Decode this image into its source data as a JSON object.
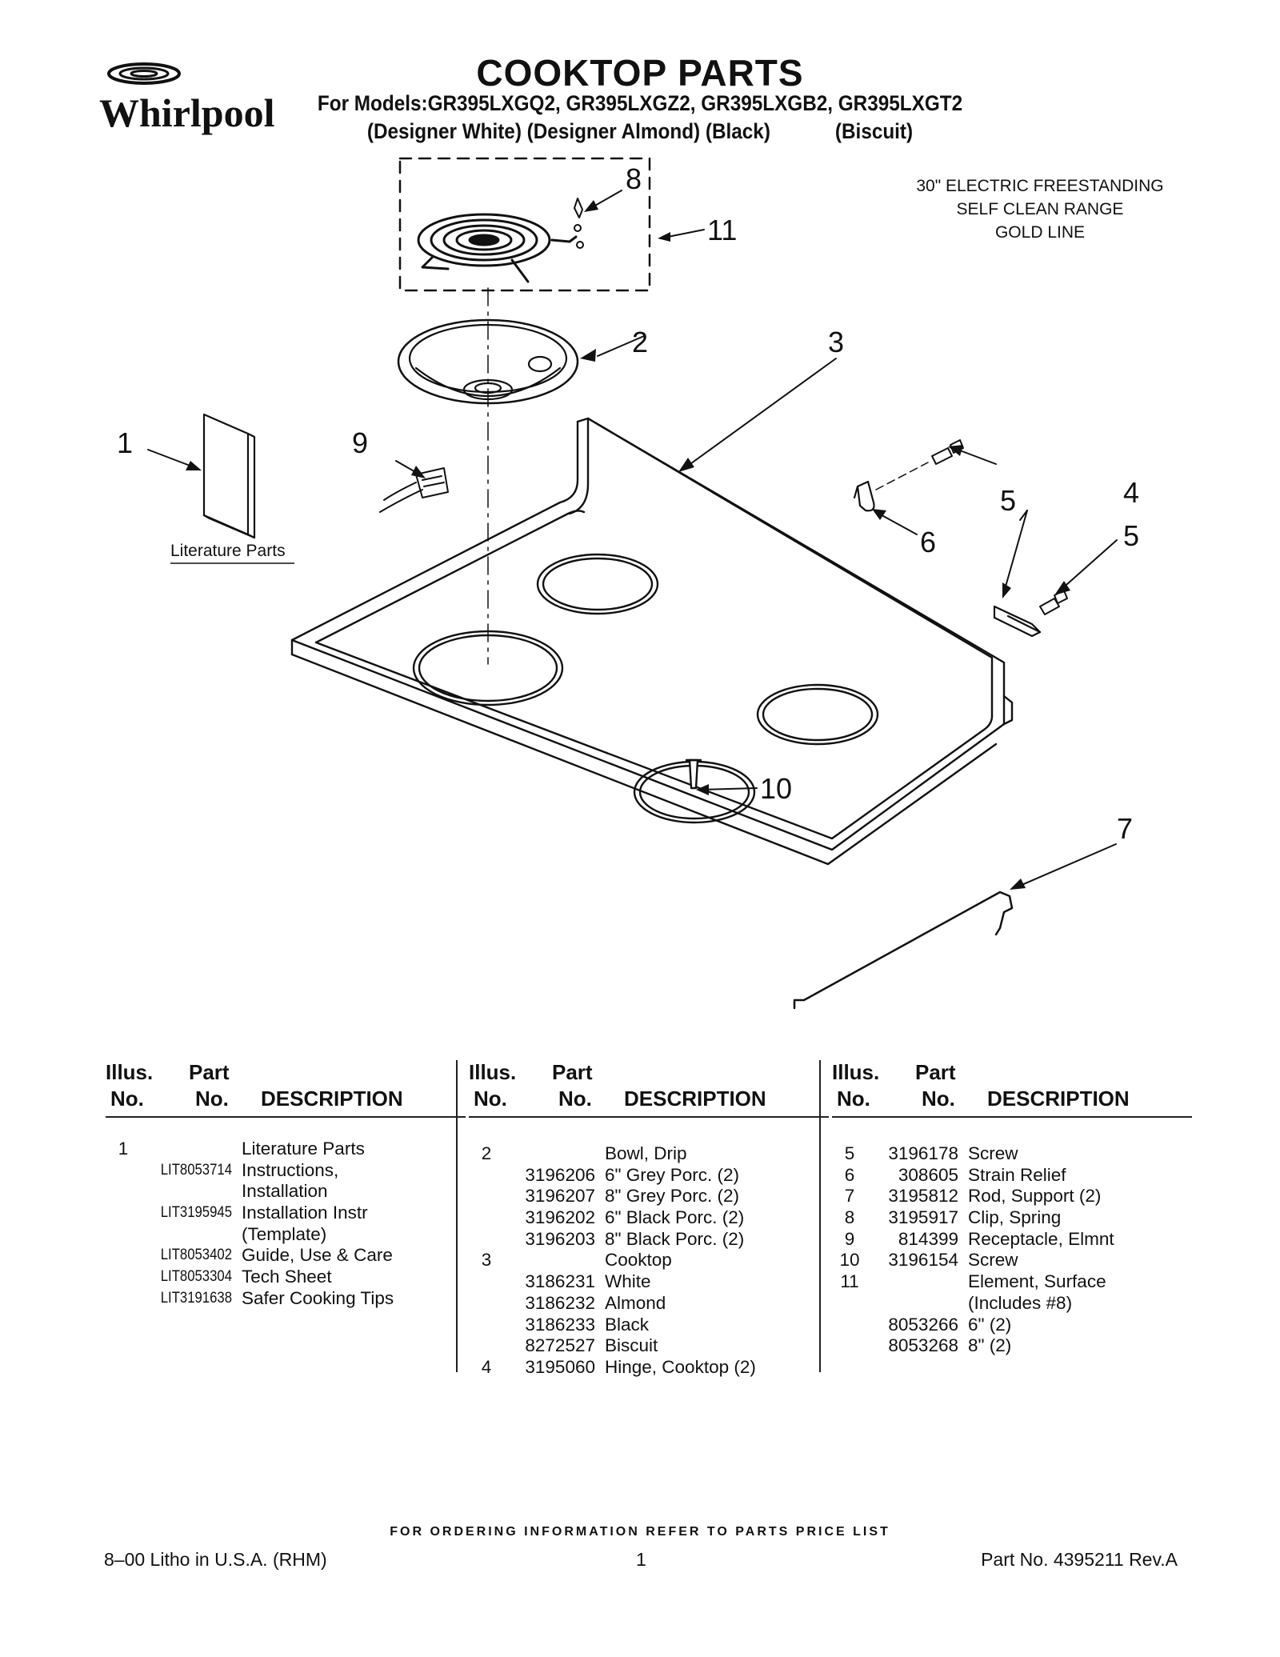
{
  "brand": "Whirlpool",
  "header": {
    "title": "COOKTOP PARTS",
    "models_line": "For Models:GR395LXGQ2, GR395LXGZ2, GR395LXGB2, GR395LXGT2",
    "colors_line": "(Designer White) (Designer Almond) (Black)            (Biscuit)"
  },
  "range_info": {
    "line1": "30\" ELECTRIC FREESTANDING",
    "line2": "SELF CLEAN RANGE",
    "line3": "GOLD LINE"
  },
  "diagram": {
    "literature_label": "Literature Parts",
    "callouts": [
      "1",
      "2",
      "3",
      "4",
      "5",
      "5",
      "6",
      "7",
      "8",
      "9",
      "10",
      "11"
    ]
  },
  "table_headers": {
    "illus": "Illus.",
    "no": "No.",
    "part": "Part",
    "description": "DESCRIPTION"
  },
  "parts_columns": [
    {
      "rows": [
        {
          "no": "1",
          "part": "",
          "desc": "Literature Parts"
        },
        {
          "no": "",
          "part": "LIT8053714",
          "desc": "Instructions,"
        },
        {
          "no": "",
          "part": "",
          "desc": "Installation"
        },
        {
          "no": "",
          "part": "LIT3195945",
          "desc": "Installation Instr"
        },
        {
          "no": "",
          "part": "",
          "desc": "(Template)"
        },
        {
          "no": "",
          "part": "LIT8053402",
          "desc": "Guide, Use & Care"
        },
        {
          "no": "",
          "part": "LIT8053304",
          "desc": "Tech Sheet"
        },
        {
          "no": "",
          "part": "LIT3191638",
          "desc": "Safer Cooking Tips"
        }
      ]
    },
    {
      "rows": [
        {
          "no": "2",
          "part": "",
          "desc": "Bowl, Drip"
        },
        {
          "no": "",
          "part": "3196206",
          "desc": "6\" Grey Porc. (2)"
        },
        {
          "no": "",
          "part": "3196207",
          "desc": "8\" Grey Porc. (2)"
        },
        {
          "no": "",
          "part": "3196202",
          "desc": "6\" Black Porc. (2)"
        },
        {
          "no": "",
          "part": "3196203",
          "desc": "8\" Black Porc. (2)"
        },
        {
          "no": "3",
          "part": "",
          "desc": "Cooktop"
        },
        {
          "no": "",
          "part": "3186231",
          "desc": "White"
        },
        {
          "no": "",
          "part": "3186232",
          "desc": "Almond"
        },
        {
          "no": "",
          "part": "3186233",
          "desc": "Black"
        },
        {
          "no": "",
          "part": "8272527",
          "desc": "Biscuit"
        },
        {
          "no": "4",
          "part": "3195060",
          "desc": "Hinge, Cooktop (2)"
        }
      ]
    },
    {
      "rows": [
        {
          "no": "5",
          "part": "3196178",
          "desc": "Screw"
        },
        {
          "no": "6",
          "part": "308605",
          "desc": "Strain Relief"
        },
        {
          "no": "7",
          "part": "3195812",
          "desc": "Rod, Support (2)"
        },
        {
          "no": "8",
          "part": "3195917",
          "desc": "Clip, Spring"
        },
        {
          "no": "9",
          "part": "814399",
          "desc": "Receptacle, Elmnt"
        },
        {
          "no": "10",
          "part": "3196154",
          "desc": "Screw"
        },
        {
          "no": "11",
          "part": "",
          "desc": "Element, Surface"
        },
        {
          "no": "",
          "part": "",
          "desc": "(Includes #8)"
        },
        {
          "no": "",
          "part": "8053266",
          "desc": "6\" (2)"
        },
        {
          "no": "",
          "part": "8053268",
          "desc": "8\" (2)"
        }
      ]
    }
  ],
  "footer": {
    "ordering": "FOR ORDERING INFORMATION REFER TO PARTS PRICE LIST",
    "litho": "8–00 Litho in U.S.A. (RHM)",
    "page": "1",
    "part_no": "Part No. 4395211 Rev.A"
  }
}
